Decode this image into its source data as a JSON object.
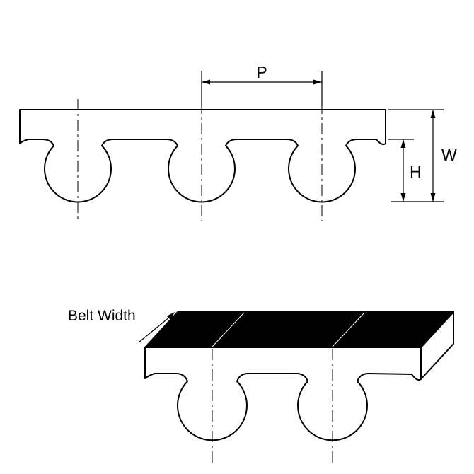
{
  "diagram": {
    "labels": {
      "p": "P",
      "w": "W",
      "h": "H",
      "belt_width": "Belt Width"
    },
    "colors": {
      "line": "#000000",
      "belt_fill": "#ffffff",
      "top_face_fill": "#000000",
      "end_face_fill": "#ffffff",
      "background": "#ffffff"
    }
  }
}
